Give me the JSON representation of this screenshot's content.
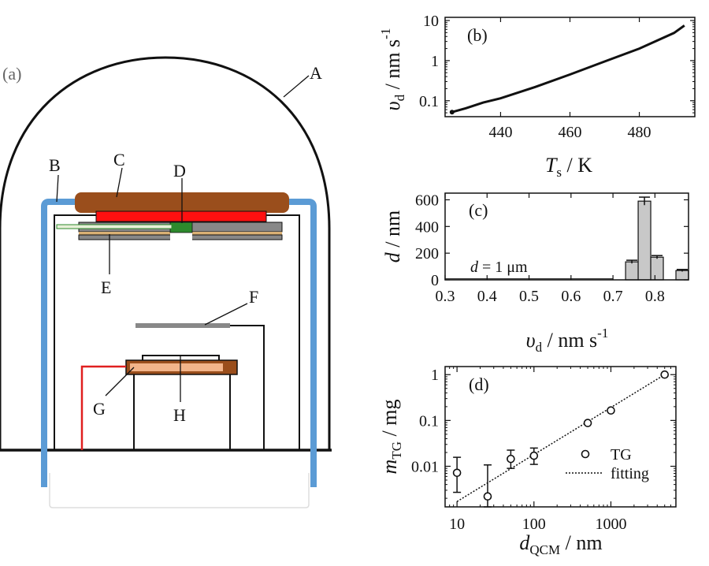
{
  "panel_labels": {
    "a": "(a)",
    "b": "(b)",
    "c": "(c)",
    "d": "(d)"
  },
  "apparatus_labels": {
    "A": "A",
    "B": "B",
    "C": "C",
    "D": "D",
    "E": "E",
    "F": "F",
    "G": "G",
    "H": "H"
  },
  "colors": {
    "heater_block": "#9a4e1c",
    "heater_red": "#ff1010",
    "shield_blue": "#5b9bd5",
    "sensor_green": "#2d8a2d",
    "crucible_light": "#f2b48a",
    "wire_red": "#e02020",
    "bar_gray": "#c8c8c8"
  },
  "chart_data": [
    {
      "panel": "b",
      "type": "line",
      "y_scale": "log",
      "xlabel_main": "T",
      "xlabel_sub": "s",
      "xlabel_unit": " / K",
      "ylabel_main": "υ",
      "ylabel_sub": "d",
      "ylabel_unit": " / nm s",
      "ylabel_exp": "-1",
      "xlim": [
        424,
        496
      ],
      "ylim": [
        0.04,
        12
      ],
      "xticks": [
        440,
        460,
        480
      ],
      "yticks": [
        0.1,
        1,
        10
      ],
      "ytick_labels": [
        "0.1",
        "1",
        "10"
      ],
      "x": [
        426,
        430,
        435,
        440,
        450,
        460,
        470,
        480,
        490,
        493
      ],
      "y": [
        0.052,
        0.065,
        0.09,
        0.115,
        0.22,
        0.45,
        0.95,
        2.0,
        4.9,
        7.5
      ]
    },
    {
      "panel": "c",
      "type": "bar",
      "xlabel_main": "υ",
      "xlabel_sub": "d",
      "xlabel_unit": " / nm s",
      "xlabel_exp": "-1",
      "ylabel_main": "d",
      "ylabel_unit": " / nm",
      "annotation_var": "d",
      "annotation_text": " = 1 μm",
      "xlim": [
        0.3,
        0.88
      ],
      "ylim": [
        0,
        650
      ],
      "xticks": [
        0.3,
        0.4,
        0.5,
        0.6,
        0.7,
        0.8
      ],
      "xtick_labels": [
        "0.3",
        "0.4",
        "0.5",
        "0.6",
        "0.7",
        "0.8"
      ],
      "yticks": [
        0,
        200,
        400,
        600
      ],
      "ytick_labels": [
        "0",
        "200",
        "400",
        "600"
      ],
      "bin_width": 0.03,
      "bins": [
        0.715,
        0.745,
        0.775,
        0.805,
        0.835,
        0.865
      ],
      "values": [
        0,
        135,
        590,
        170,
        0,
        70
      ],
      "errors": [
        0,
        12,
        30,
        12,
        0,
        8
      ],
      "baseline": 8
    },
    {
      "panel": "d",
      "type": "scatter",
      "x_scale": "log",
      "y_scale": "log",
      "xlabel_main": "d",
      "xlabel_sub": "QCM",
      "xlabel_unit": " / nm",
      "ylabel_main": "m",
      "ylabel_sub": "TG",
      "ylabel_unit": " / mg",
      "xlim": [
        7,
        7000
      ],
      "ylim": [
        0.0013,
        1.5
      ],
      "xticks": [
        10,
        100,
        1000
      ],
      "xtick_labels": [
        "10",
        "100",
        "1000"
      ],
      "yticks": [
        0.01,
        0.1,
        1
      ],
      "ytick_labels": [
        "0.01",
        "0.1",
        "1"
      ],
      "series": [
        {
          "name": "TG",
          "x": [
            10,
            25,
            50,
            100,
            500,
            1000,
            5000
          ],
          "y": [
            0.0072,
            0.0022,
            0.0145,
            0.017,
            0.088,
            0.165,
            1.0
          ],
          "yerr_low": [
            0.0045,
            0.0009,
            0.0055,
            0.006,
            0,
            0,
            0
          ],
          "yerr_high": [
            0.0085,
            0.0085,
            0.008,
            0.008,
            0,
            0,
            0
          ]
        },
        {
          "name": "fitting",
          "x": [
            10,
            5000
          ],
          "y": [
            0.0017,
            1.0
          ]
        }
      ]
    }
  ]
}
